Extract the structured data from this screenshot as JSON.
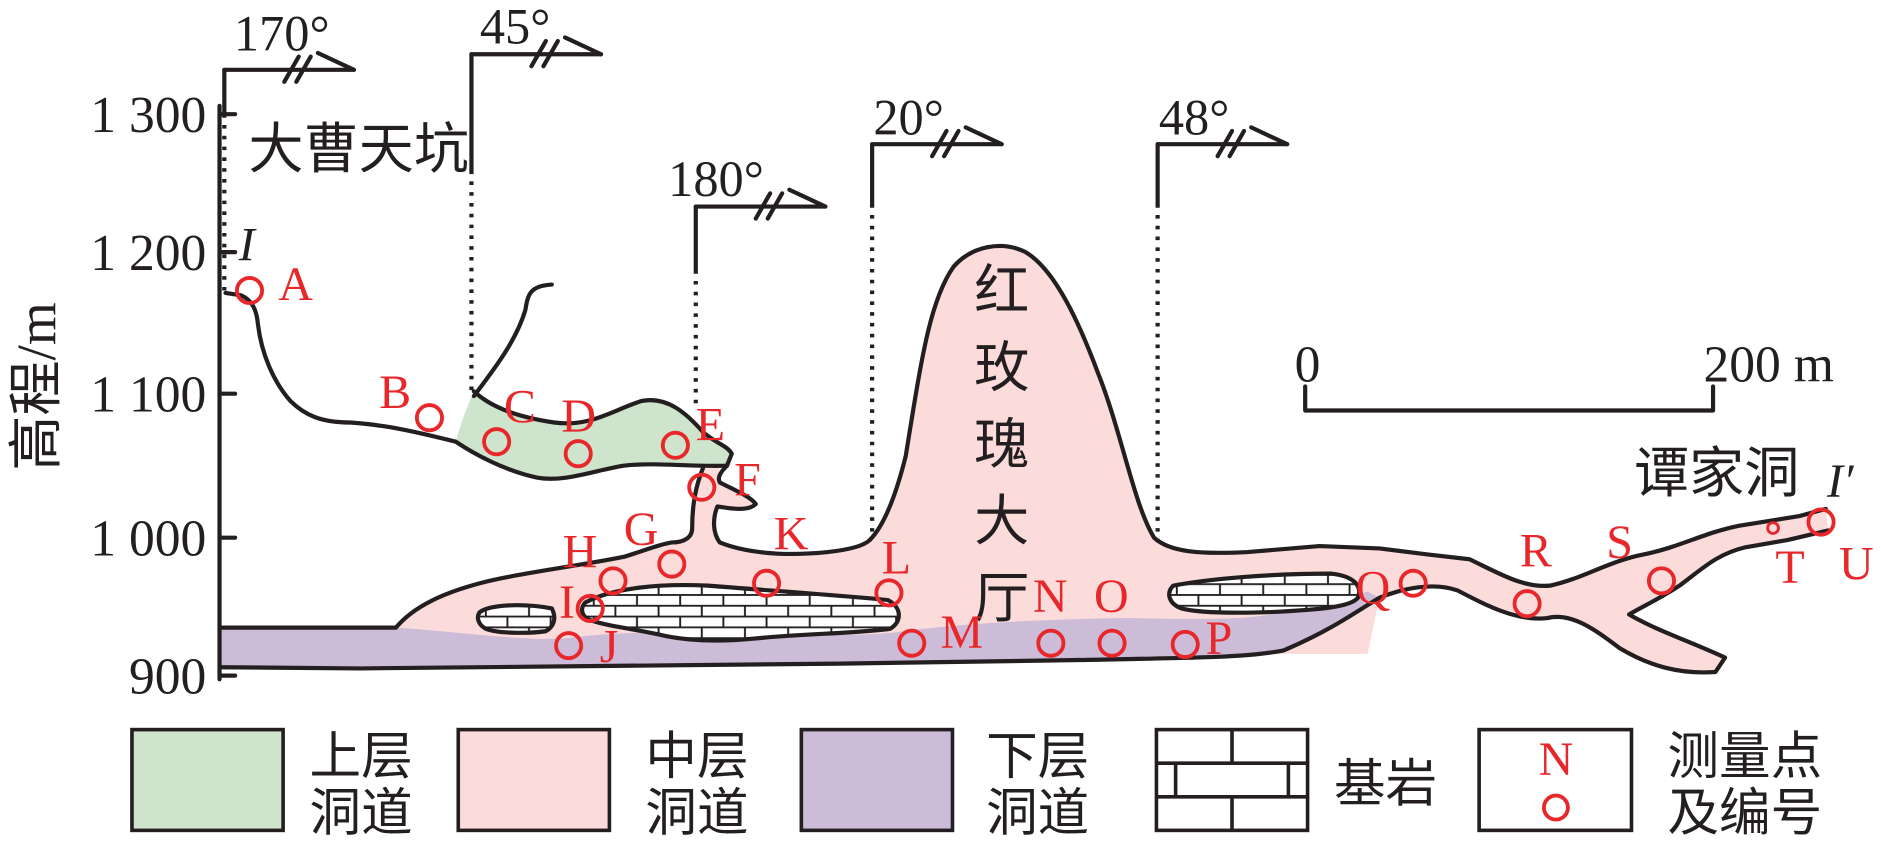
{
  "figure": {
    "axis": {
      "label": "高程/m",
      "ticks": [
        "1 300",
        "1 200",
        "1 100",
        "1 000",
        "900"
      ]
    },
    "bearings": [
      "170°",
      "45°",
      "180°",
      "20°",
      "48°"
    ],
    "places": {
      "sinkhole": "大曹天坑",
      "hall": "红玫瑰大厅",
      "cave": "谭家洞"
    },
    "section": {
      "start": "I",
      "end": "I′"
    },
    "scale_bar": {
      "start": "0",
      "end": "200 m"
    },
    "points": [
      "A",
      "B",
      "C",
      "D",
      "E",
      "F",
      "G",
      "H",
      "I",
      "J",
      "K",
      "L",
      "M",
      "N",
      "O",
      "P",
      "Q",
      "R",
      "S",
      "T",
      "U"
    ]
  },
  "legend": [
    {
      "lines": [
        "上层",
        "洞道"
      ]
    },
    {
      "lines": [
        "中层",
        "洞道"
      ]
    },
    {
      "lines": [
        "下层",
        "洞道"
      ]
    },
    {
      "lines": [
        "基岩"
      ]
    },
    {
      "symbol": "N",
      "lines": [
        "测量点",
        "及编号"
      ]
    }
  ],
  "colors": {
    "upper": "#cfe4cc",
    "middle": "#fbdcdb",
    "lower": "#ccbcd8",
    "survey": "#e8272b",
    "outline": "#231f20"
  }
}
